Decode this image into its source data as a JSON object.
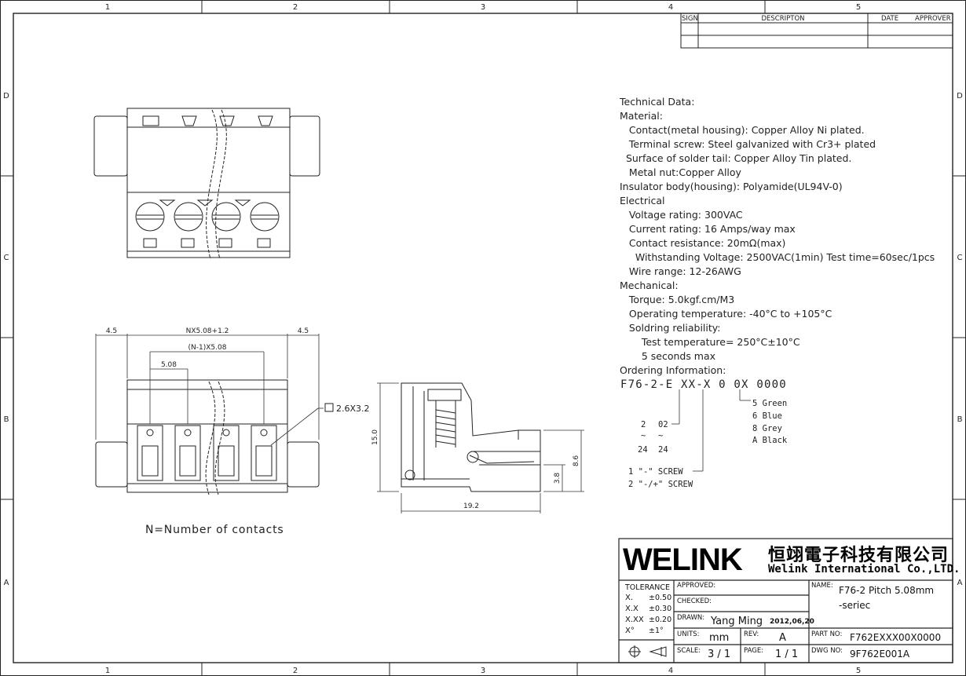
{
  "zones": {
    "columns": [
      "1",
      "2",
      "3",
      "4",
      "5"
    ],
    "rows": [
      "D",
      "C",
      "B",
      "A"
    ]
  },
  "revision_table": {
    "headers": [
      "SIGN",
      "DESCRIPTON",
      "DATE",
      "APPROVER"
    ]
  },
  "technical_data": [
    "Technical Data:",
    "Material:",
    "   Contact(metal housing): Copper Alloy Ni plated.",
    "   Terminal screw: Steel galvanized with Cr3+ plated",
    "  Surface of solder tail: Copper Alloy Tin plated.",
    "   Metal nut:Copper Alloy",
    "Insulator body(housing): Polyamide(UL94V-0)",
    "Electrical",
    "   Voltage rating: 300VAC",
    "   Current rating: 16 Amps/way max",
    "   Contact resistance: 20mΩ(max)",
    "     Withstanding Voltage: 2500VAC(1min) Test time=60sec/1pcs",
    "   Wire range: 12-26AWG",
    "Mechanical:",
    "   Torque: 5.0kgf.cm/M3",
    "   Operating temperature: -40°C to +105°C",
    "   Soldring reliability:",
    "       Test temperature= 250°C±10°C",
    "       5 seconds max",
    "Ordering Information:"
  ],
  "ordering": {
    "part_code": "F76-2-E XX-X 0 0X 0000",
    "positions": [
      "2",
      "02",
      "~",
      "~",
      "24",
      "24"
    ],
    "screw_options": [
      "1   \"-\" SCREW",
      "2   \"-/+\" SCREW"
    ],
    "colors": [
      "5  Green",
      "6  Blue",
      "8  Grey",
      "A  Black"
    ]
  },
  "dimensions": {
    "end_margin": "4.5",
    "overall": "NX5.08+1.2",
    "span": "(N-1)X5.08",
    "pitch": "5.08",
    "opening": "2.6X3.2",
    "height": "15.0",
    "depth": "19.2",
    "pin_height": "3.8",
    "pin_top": "8.6"
  },
  "note": "N=Number of contacts",
  "title_block": {
    "logo": "WELINK",
    "company_cn": "恒翊電子科技有限公司",
    "company_en": "Welink International Co.,LTD.",
    "tolerance_label": "TOLERANCE",
    "tolerances": [
      {
        "k": "X.",
        "v": "±0.50"
      },
      {
        "k": "X.X",
        "v": "±0.30"
      },
      {
        "k": "X.XX",
        "v": "±0.20"
      },
      {
        "k": "X°",
        "v": "±1°"
      }
    ],
    "approved_label": "APPROVED:",
    "checked_label": "CHECKED:",
    "drawn_label": "DRAWN:",
    "drawn_by": "Yang Ming",
    "drawn_date": "2012,06,20",
    "units_label": "UNITS:",
    "units": "mm",
    "rev_label": "REV:",
    "rev": "A",
    "scale_label": "SCALE:",
    "scale": "3 / 1",
    "page_label": "PAGE:",
    "page": "1 / 1",
    "name_label": "NAME:",
    "name_line1": "F76-2  Pitch 5.08mm",
    "name_line2": "-seriec",
    "part_no_label": "PART NO:",
    "part_no": "F762EXXX00X0000",
    "dwg_no_label": "DWG NO:",
    "dwg_no": "9F762E001A"
  }
}
